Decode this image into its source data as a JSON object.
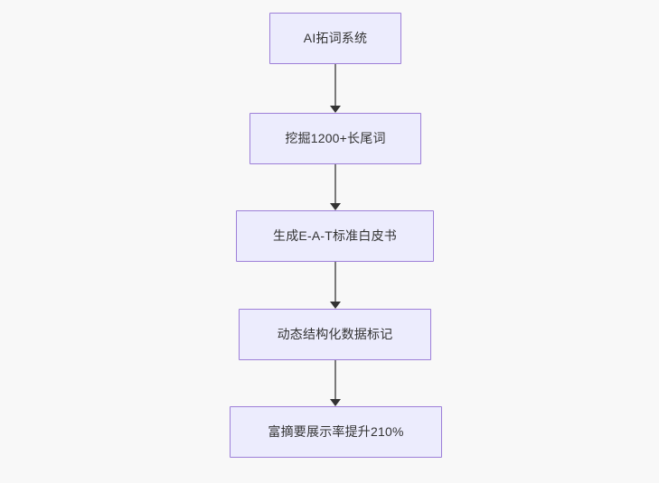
{
  "diagram": {
    "type": "flowchart",
    "direction": "top-to-bottom",
    "background_color": "#f8f8f8",
    "node_fill_color": "#ececfd",
    "node_border_color": "#9d7fd8",
    "node_text_color": "#333333",
    "edge_line_color": "#7a7a7a",
    "edge_arrowhead_color": "#333333",
    "nodes": [
      {
        "id": "n1",
        "label": "AI拓词系统"
      },
      {
        "id": "n2",
        "label": "挖掘1200+长尾词"
      },
      {
        "id": "n3",
        "label": "生成E-A-T标准白皮书"
      },
      {
        "id": "n4",
        "label": "动态结构化数据标记"
      },
      {
        "id": "n5",
        "label": "富摘要展示率提升210%"
      }
    ],
    "edges": [
      {
        "id": "e1",
        "from": "n1",
        "to": "n2",
        "label": ""
      },
      {
        "id": "e2",
        "from": "n2",
        "to": "n3",
        "label": ""
      },
      {
        "id": "e3",
        "from": "n3",
        "to": "n4",
        "label": ""
      },
      {
        "id": "e4",
        "from": "n4",
        "to": "n5",
        "label": ""
      }
    ]
  }
}
